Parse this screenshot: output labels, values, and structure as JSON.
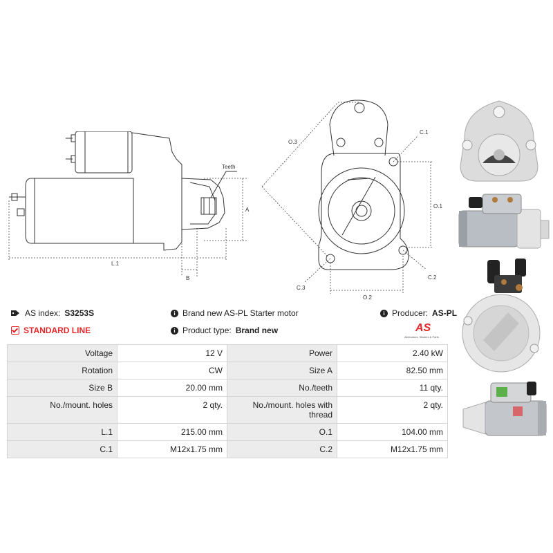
{
  "diagram": {
    "labels": {
      "teeth": "Teeth",
      "a": "A",
      "b": "B",
      "l1": "L.1",
      "o3": "O.3",
      "c1": "C.1",
      "o1": "O.1",
      "c3": "C.3",
      "c2": "C.2",
      "o2": "O.2"
    }
  },
  "info": {
    "as_index_label": "AS index:",
    "as_index_value": "S3253S",
    "standard_line": "STANDARD LINE",
    "brand_new_text": "Brand new AS-PL Starter motor",
    "product_type_label": "Product type:",
    "product_type_value": "Brand new",
    "producer_label": "Producer:",
    "producer_value": "AS-PL",
    "logo_text": "AS",
    "logo_tagline": "Alternators, Starters & Parts"
  },
  "specs": [
    {
      "l1": "Voltage",
      "v1": "12 V",
      "l2": "Power",
      "v2": "2.40 kW"
    },
    {
      "l1": "Rotation",
      "v1": "CW",
      "l2": "Size A",
      "v2": "82.50 mm"
    },
    {
      "l1": "Size B",
      "v1": "20.00 mm",
      "l2": "No./teeth",
      "v2": "11 qty."
    },
    {
      "l1": "No./mount. holes",
      "v1": "2 qty.",
      "l2": "No./mount. holes with thread",
      "v2": "2 qty."
    },
    {
      "l1": "L.1",
      "v1": "215.00 mm",
      "l2": "O.1",
      "v2": "104.00 mm"
    },
    {
      "l1": "C.1",
      "v1": "M12x1.75 mm",
      "l2": "C.2",
      "v2": "M12x1.75 mm"
    }
  ],
  "colors": {
    "accent_red": "#e3262a",
    "label_bg": "#ececec"
  },
  "icons": [
    "tag-icon",
    "info-icon",
    "check-icon"
  ]
}
